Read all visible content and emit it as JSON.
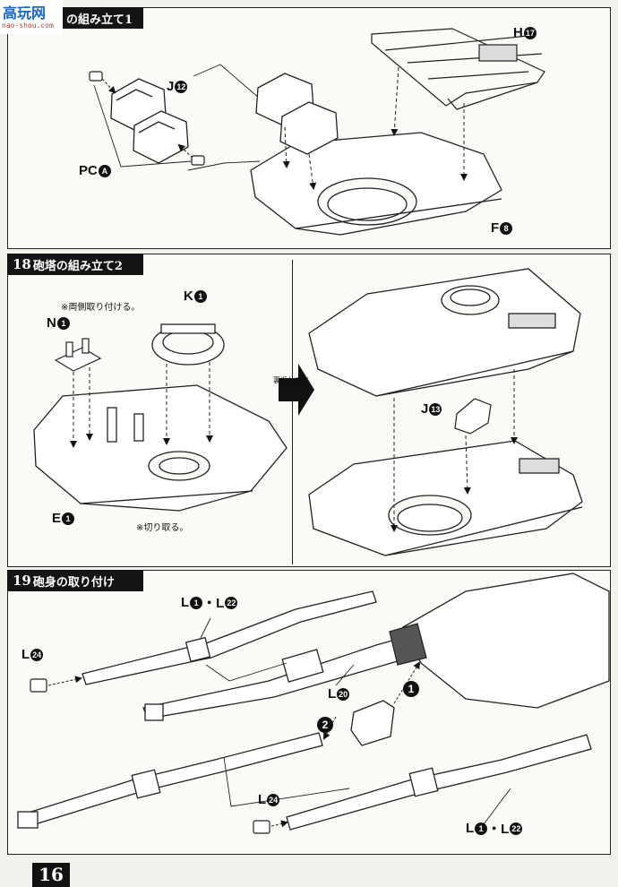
{
  "site_logo": {
    "glyphs": "高玩网",
    "url": "nao-shou.com"
  },
  "section17": {
    "title": "の組み立て1"
  },
  "section18": {
    "number": "18",
    "title": "砲塔の組み立て2"
  },
  "section19": {
    "number": "19",
    "title": "砲身の取り付け"
  },
  "callouts": {
    "j12": {
      "letter": "J",
      "num": "12"
    },
    "pcA": {
      "letter": "PC",
      "num": "A"
    },
    "h17": {
      "letter": "H",
      "num": "17"
    },
    "f8": {
      "letter": "F",
      "num": "8"
    },
    "n1": {
      "letter": "N",
      "num": "1"
    },
    "k1": {
      "letter": "K",
      "num": "1"
    },
    "e1": {
      "letter": "E",
      "num": "1"
    },
    "j13": {
      "letter": "J",
      "num": "13"
    },
    "l1l22_top": {
      "letter": "L",
      "num1": "1",
      "sep": "・L",
      "num2": "22"
    },
    "l24_top": {
      "letter": "L",
      "num": "24"
    },
    "l20": {
      "letter": "L",
      "num": "20"
    },
    "l24_bottom": {
      "letter": "L",
      "num": "24"
    },
    "l1l22_bottom": {
      "letter": "L",
      "num1": "1",
      "sep": "・L",
      "num2": "22"
    }
  },
  "notes": {
    "both_sides": "※両側取り付ける。",
    "cut_off": "※切り取る。",
    "flip_over": "裏返します"
  },
  "steps": {
    "one": "1",
    "two": "2"
  },
  "page_number": "16"
}
